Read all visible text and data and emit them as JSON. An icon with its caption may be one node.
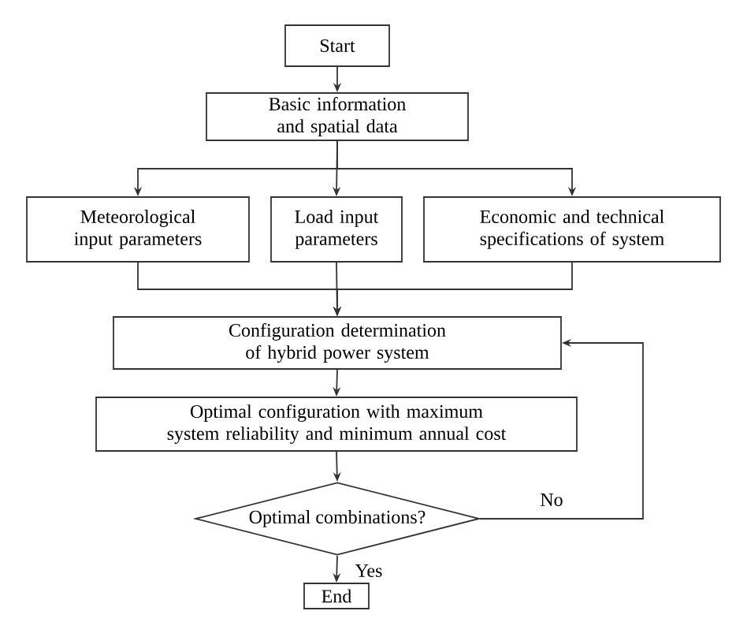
{
  "diagram": {
    "nodes": [
      {
        "text": [
          "Start"
        ]
      },
      {
        "text": [
          "Basic information and spatial data"
        ]
      },
      {
        "text": [
          "Meteorological input parameters"
        ]
      },
      {
        "text": [
          "Load input parameters"
        ]
      },
      {
        "text": [
          "Economic and technical specifications of system"
        ]
      },
      {
        "text": [
          "Configuration determination of hybrid power system"
        ]
      },
      {
        "text": [
          "Optimal configuration with maximum system reliability and minimum annual cost"
        ]
      },
      {
        "text": [
          "Optimal combinations?"
        ]
      },
      {
        "text": [
          "End"
        ]
      }
    ],
    "edges": [
      {
        "from": 0,
        "to": 1,
        "arrow": "to"
      },
      {
        "from": 1,
        "to": 2,
        "arrow": "to"
      },
      {
        "from": 1,
        "to": 3,
        "arrow": "to"
      },
      {
        "from": 1,
        "to": 4,
        "arrow": "to"
      },
      {
        "from": 2,
        "to": 5,
        "arrow": "to"
      },
      {
        "from": 3,
        "to": 5,
        "arrow": "to"
      },
      {
        "from": 4,
        "to": 5,
        "arrow": "to"
      },
      {
        "from": 5,
        "to": 6,
        "arrow": "to"
      },
      {
        "from": 6,
        "to": 7,
        "arrow": "to"
      },
      {
        "from": 7,
        "to": 8,
        "arrow": "to",
        "label": "Yes"
      },
      {
        "from": 7,
        "to": 5,
        "arrow": "to",
        "label": "No"
      }
    ]
  }
}
